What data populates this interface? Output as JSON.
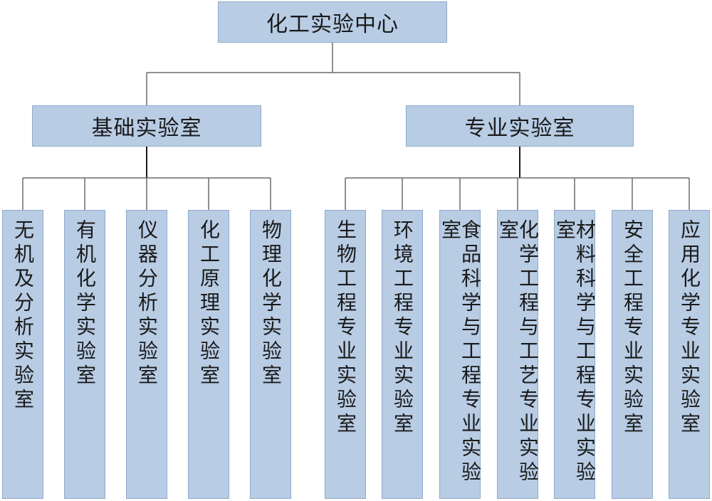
{
  "root": {
    "label": "化工实验中心"
  },
  "groups": [
    {
      "label": "基础实验室",
      "children": [
        "无机及分析实验室",
        "有机化学实验室",
        "仪器分析实验室",
        "化工原理实验室",
        "物理化学实验室"
      ]
    },
    {
      "label": "专业实验室",
      "children": [
        "生物工程专业实验室",
        "环境工程专业实验室",
        "食品科学与工程专业实验室",
        "化学工程与工艺专业实验室",
        "材料科学与工程专业实验室",
        "安全工程专业实验室",
        "应用化学专业实验室"
      ]
    }
  ],
  "colors": {
    "box_fill": "#b8cce4",
    "box_border": "#8eaacc",
    "connector": "#1a1a1a"
  }
}
